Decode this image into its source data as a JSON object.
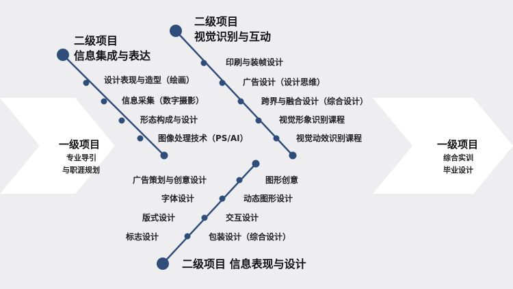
{
  "colors": {
    "background": "#eeeef0",
    "arrow": "#ffffff",
    "branch": "#2e4d7a",
    "node": "#2e4d7a"
  },
  "left_block": {
    "title": "一级项目",
    "sub_line1": "专业导引",
    "sub_line2": "与职涯规划"
  },
  "right_block": {
    "title": "一级项目",
    "sub_line1": "综合实训",
    "sub_line2": "毕业设计"
  },
  "branch_integration": {
    "head_line1": "二级项目",
    "head_line2": "信息集成与表达",
    "items": [
      "设计表现与造型（绘画）",
      "信息采集（数字摄影）",
      "形态构成与设计",
      "图像处理技术（PS/AI）"
    ]
  },
  "branch_interaction": {
    "head_line1": "二级项目",
    "head_line2": "视觉识别与互动",
    "items": [
      "印刷与装帧设计",
      "广告设计（设计思维）",
      "跨界与融合设计（综合设计）",
      "视觉形象识别课程",
      "视觉动效识别课程"
    ]
  },
  "branch_expression": {
    "head": "二级项目 信息表现与设计",
    "left_items": [
      "广告策划与创意设计",
      "字体设计",
      "版式设计",
      "标志设计"
    ],
    "right_items": [
      "图形创意",
      "动态图形设计",
      "交互设计",
      "包装设计（综合设计）"
    ]
  }
}
